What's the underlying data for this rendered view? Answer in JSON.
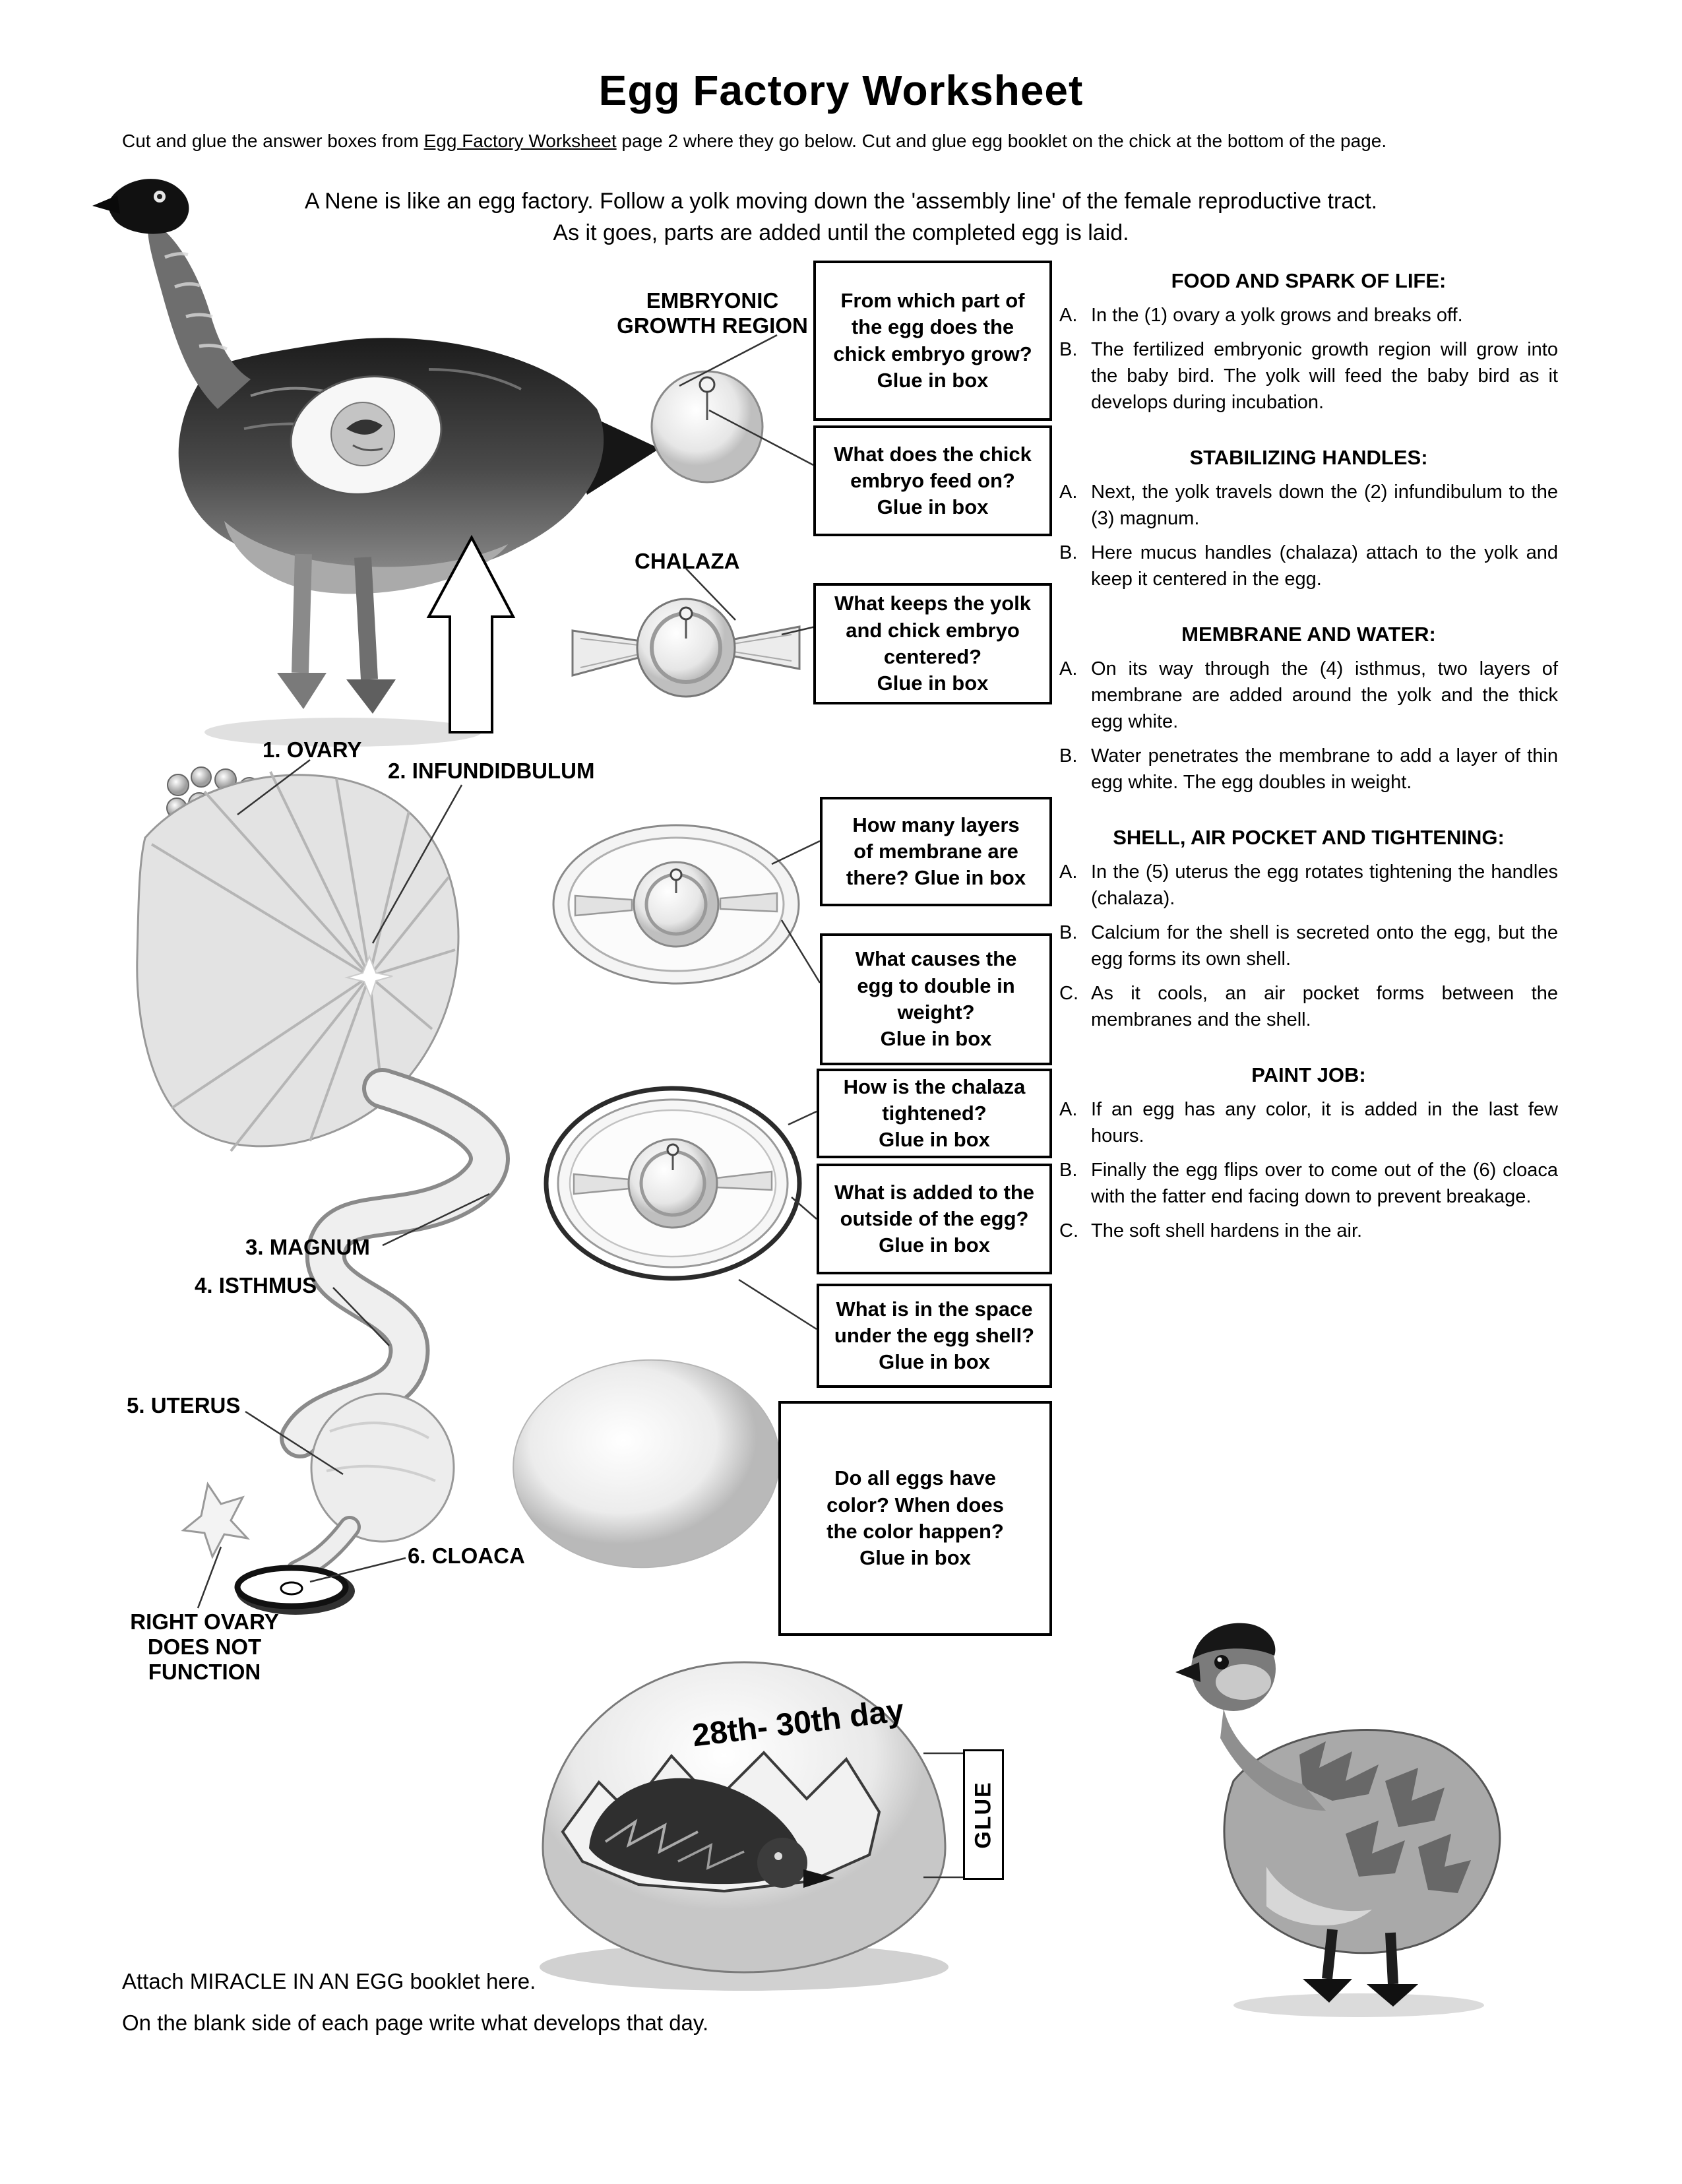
{
  "header": {
    "title": "Egg Factory Worksheet",
    "instructions_prefix": "Cut and glue the answer boxes from ",
    "instructions_link": "Egg Factory Worksheet",
    "instructions_suffix": " page 2 where they go below.  Cut and glue egg booklet on the chick at the bottom of the page.",
    "intro_line1": "A Nene is like an egg factory. Follow a yolk moving down the 'assembly line' of the female reproductive tract.",
    "intro_line2": "As it goes, parts are added until the completed egg is laid."
  },
  "labels": {
    "embryonic_growth_region": "EMBRYONIC\nGROWTH REGION",
    "chalaza": "CHALAZA",
    "ovary": "1. OVARY",
    "infundibulum": "2. INFUNDIDBULUM",
    "magnum": "3. MAGNUM",
    "isthmus": "4. ISTHMUS",
    "uterus": "5. UTERUS",
    "cloaca": "6. CLOACA",
    "right_ovary": "RIGHT OVARY\nDOES NOT\nFUNCTION"
  },
  "boxes": [
    {
      "text": "From which part of\nthe egg does the\nchick embryo grow?\nGlue in box"
    },
    {
      "text": "What does the chick\nembryo feed on?\nGlue in box"
    },
    {
      "text": "What keeps the yolk\nand chick embryo\ncentered?\nGlue in box"
    },
    {
      "text": "How many  layers\nof membrane are\nthere? Glue in box"
    },
    {
      "text": "What causes the\negg to double in\nweight?\nGlue in box"
    },
    {
      "text": "How is the chalaza\ntightened?\nGlue in box"
    },
    {
      "text": "What is added to the\noutside of the egg?\nGlue in box"
    },
    {
      "text": "What is in the space\nunder the egg shell?\nGlue in box"
    },
    {
      "text": "Do all eggs have\ncolor? When  does\nthe color happen?\nGlue in box"
    }
  ],
  "sections": [
    {
      "heading": "FOOD AND SPARK OF LIFE:",
      "items": [
        {
          "label": "A.",
          "text": "In the (1) ovary a yolk grows and breaks off."
        },
        {
          "label": "B.",
          "text": "The fertilized embryonic growth region will grow into the baby bird.  The yolk will feed the baby bird as it develops during incubation."
        }
      ]
    },
    {
      "heading": "STABILIZING HANDLES:",
      "items": [
        {
          "label": "A.",
          "text": "Next, the yolk travels down the (2) infundibulum to the (3) magnum."
        },
        {
          "label": "B.",
          "text": "Here mucus handles (chalaza) attach to the yolk and keep it centered in the egg."
        }
      ]
    },
    {
      "heading": "MEMBRANE AND WATER:",
      "items": [
        {
          "label": "A.",
          "text": "On its way through the (4) isthmus, two layers of membrane are added around the yolk and the thick egg white."
        },
        {
          "label": "B.",
          "text": "Water penetrates the membrane to add a layer of thin egg white. The egg doubles in weight."
        }
      ]
    },
    {
      "heading": "SHELL, AIR POCKET AND TIGHTENING:",
      "items": [
        {
          "label": "A.",
          "text": "In the (5) uterus the egg rotates tightening the handles (chalaza)."
        },
        {
          "label": "B.",
          "text": "Calcium for the shell is secreted onto the egg, but the egg forms its own shell."
        },
        {
          "label": "C.",
          "text": "As it cools, an air pocket forms between the membranes and the shell."
        }
      ]
    },
    {
      "heading": "PAINT JOB:",
      "items": [
        {
          "label": "A.",
          "text": "If an egg has any color, it is added in the last few hours."
        },
        {
          "label": "B.",
          "text": "Finally the egg flips over to come out of the (6) cloaca with the fatter end facing down to prevent breakage."
        },
        {
          "label": "C.",
          "text": "The soft shell hardens in the air."
        }
      ]
    }
  ],
  "bottom": {
    "hatch_day": "28th- 30th day",
    "glue_tab": "GLUE",
    "attach_line1": "Attach MIRACLE IN AN EGG booklet here.",
    "attach_line2": "On the blank side of each page write what develops that day."
  }
}
